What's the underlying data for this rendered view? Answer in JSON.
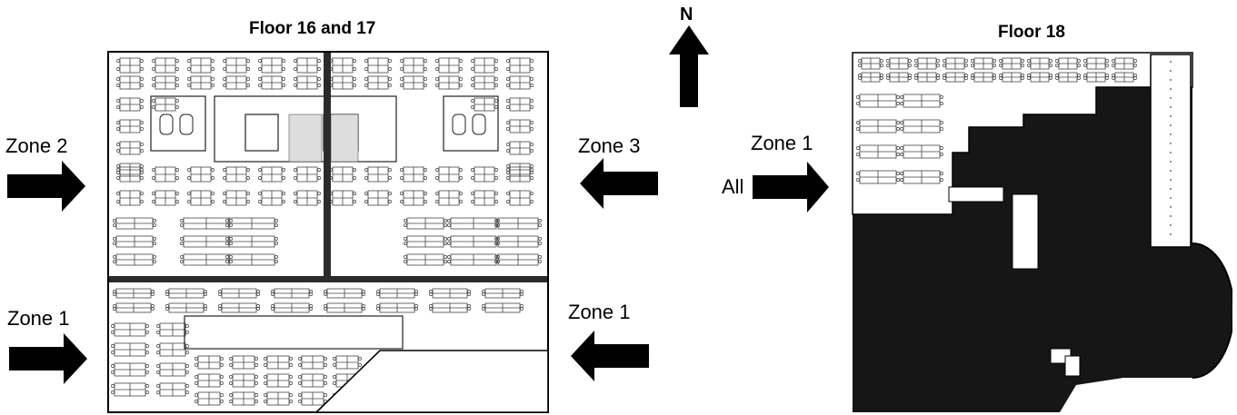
{
  "plan_left": {
    "title": "Floor 16 and 17",
    "labels": {
      "zone_west_top": "Zone 2",
      "zone_west_bottom": "Zone 1",
      "zone_east_top": "Zone 3",
      "zone_east_bottom": "Zone 1"
    }
  },
  "plan_right": {
    "title": "Floor 18",
    "labels": {
      "zone": "Zone 1",
      "extent": "All"
    }
  },
  "compass": {
    "label": "N"
  },
  "colors": {
    "ink": "#000000",
    "fill_dark": "#161616",
    "paper": "#ffffff",
    "furniture": "#555555"
  }
}
